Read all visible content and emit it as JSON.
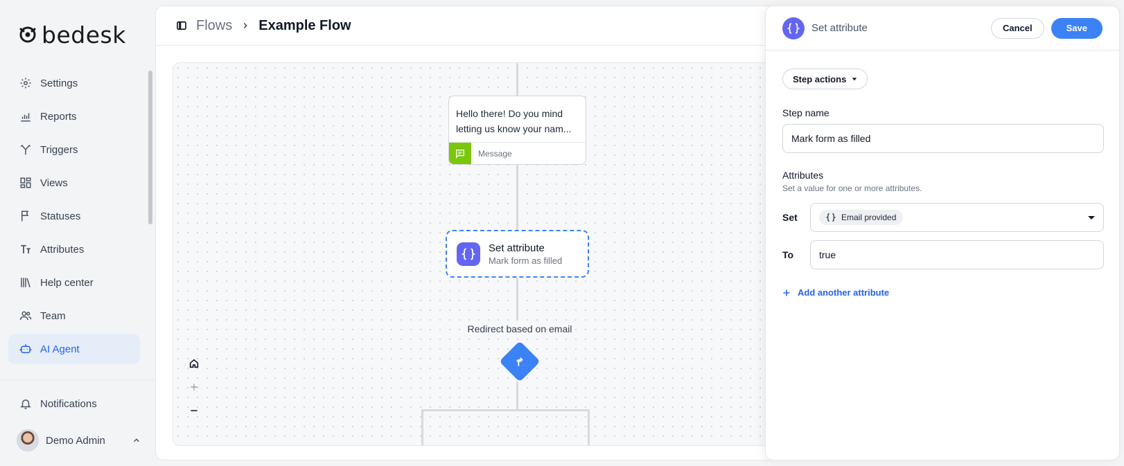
{
  "app": {
    "logo_text": "bedesk"
  },
  "sidebar": {
    "items": [
      {
        "label": "Settings",
        "icon": "gear-icon"
      },
      {
        "label": "Reports",
        "icon": "chart-icon"
      },
      {
        "label": "Triggers",
        "icon": "branch-icon"
      },
      {
        "label": "Views",
        "icon": "grid-icon"
      },
      {
        "label": "Statuses",
        "icon": "flag-icon"
      },
      {
        "label": "Attributes",
        "icon": "text-type-icon"
      },
      {
        "label": "Help center",
        "icon": "books-icon"
      },
      {
        "label": "Team",
        "icon": "users-icon"
      },
      {
        "label": "AI Agent",
        "icon": "bot-icon",
        "active": true
      }
    ],
    "notifications_label": "Notifications",
    "user_name": "Demo Admin"
  },
  "header": {
    "breadcrumb_root": "Flows",
    "breadcrumb_current": "Example Flow"
  },
  "canvas": {
    "message_node": {
      "text": "Hello there! Do you mind letting us know your nam...",
      "type_label": "Message"
    },
    "set_node": {
      "title": "Set attribute",
      "subtitle": "Mark form as filled"
    },
    "branch_label": "Redirect based on email"
  },
  "panel": {
    "title": "Set attribute",
    "cancel_label": "Cancel",
    "save_label": "Save",
    "step_actions_label": "Step actions",
    "step_name_label": "Step name",
    "step_name_value": "Mark form as filled",
    "attributes_label": "Attributes",
    "attributes_help": "Set a value for one or more attributes.",
    "set_label": "Set",
    "set_value": "Email provided",
    "to_label": "To",
    "to_value": "true",
    "add_label": "Add another attribute"
  },
  "colors": {
    "accent": "#3b82f6",
    "message_green": "#7ac70c",
    "attribute_purple": "#6366f1"
  }
}
